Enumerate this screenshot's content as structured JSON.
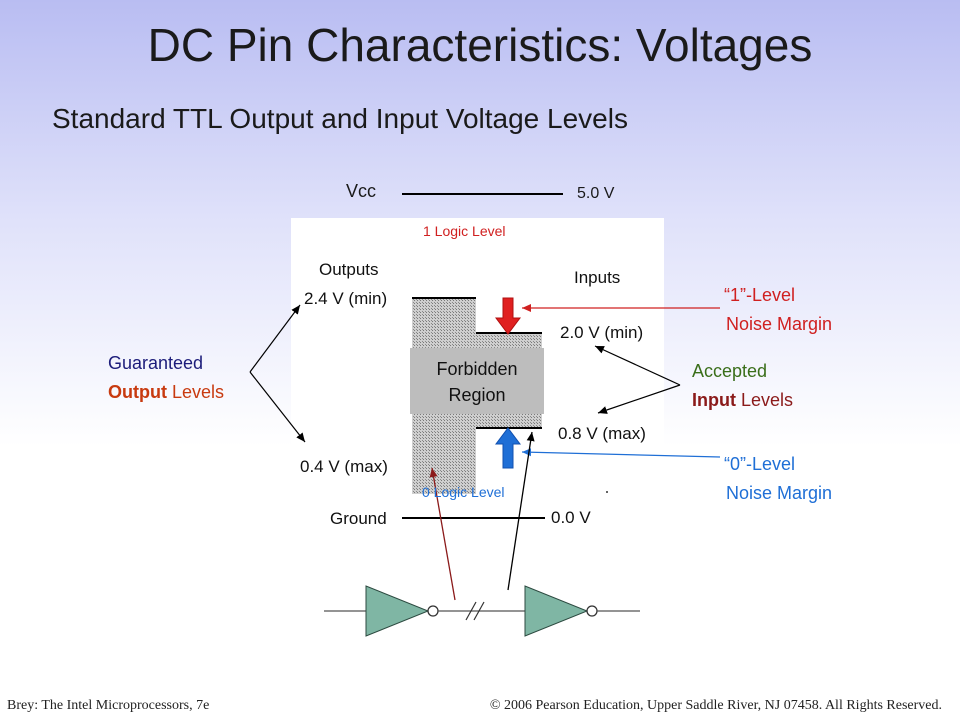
{
  "slide": {
    "title": "DC Pin Characteristics: Voltages",
    "subtitle": "Standard TTL Output and Input Voltage Levels"
  },
  "diagram": {
    "vcc_label": "Vcc",
    "vcc_value": "5.0 V",
    "one_logic_level": "1 Logic Level",
    "zero_logic_level": "0 Logic Level",
    "outputs_heading": "Outputs",
    "inputs_heading": "Inputs",
    "output_high": "2.4 V (min)",
    "output_low": "0.4 V (max)",
    "input_high": "2.0 V (min)",
    "input_low": "0.8 V (max)",
    "forbidden_line1": "Forbidden",
    "forbidden_line2": "Region",
    "ground_label": "Ground",
    "ground_value": "0.0 V"
  },
  "annotations": {
    "guaranteed_line1": "Guaranteed",
    "guaranteed_line2_bold": "Output",
    "guaranteed_line2_rest": " Levels",
    "accepted_line1": "Accepted",
    "accepted_line2_bold": "Input",
    "accepted_line2_rest": " Levels",
    "noise_one_line1": "“1”-Level",
    "noise_one_line2": "Noise Margin",
    "noise_zero_line1": "“0”-Level",
    "noise_zero_line2": "Noise Margin"
  },
  "footer": {
    "left": "Brey: The Intel Microprocessors, 7e",
    "right": "© 2006 Pearson Education, Upper Saddle River, NJ 07458. All Rights Reserved."
  },
  "colors": {
    "red": "#e02020",
    "blue": "#1f6fd6",
    "navy": "#1c1c7a",
    "orange_red": "#c83a10",
    "green": "#3a6e1a",
    "dark_red": "#8b1a1a"
  }
}
